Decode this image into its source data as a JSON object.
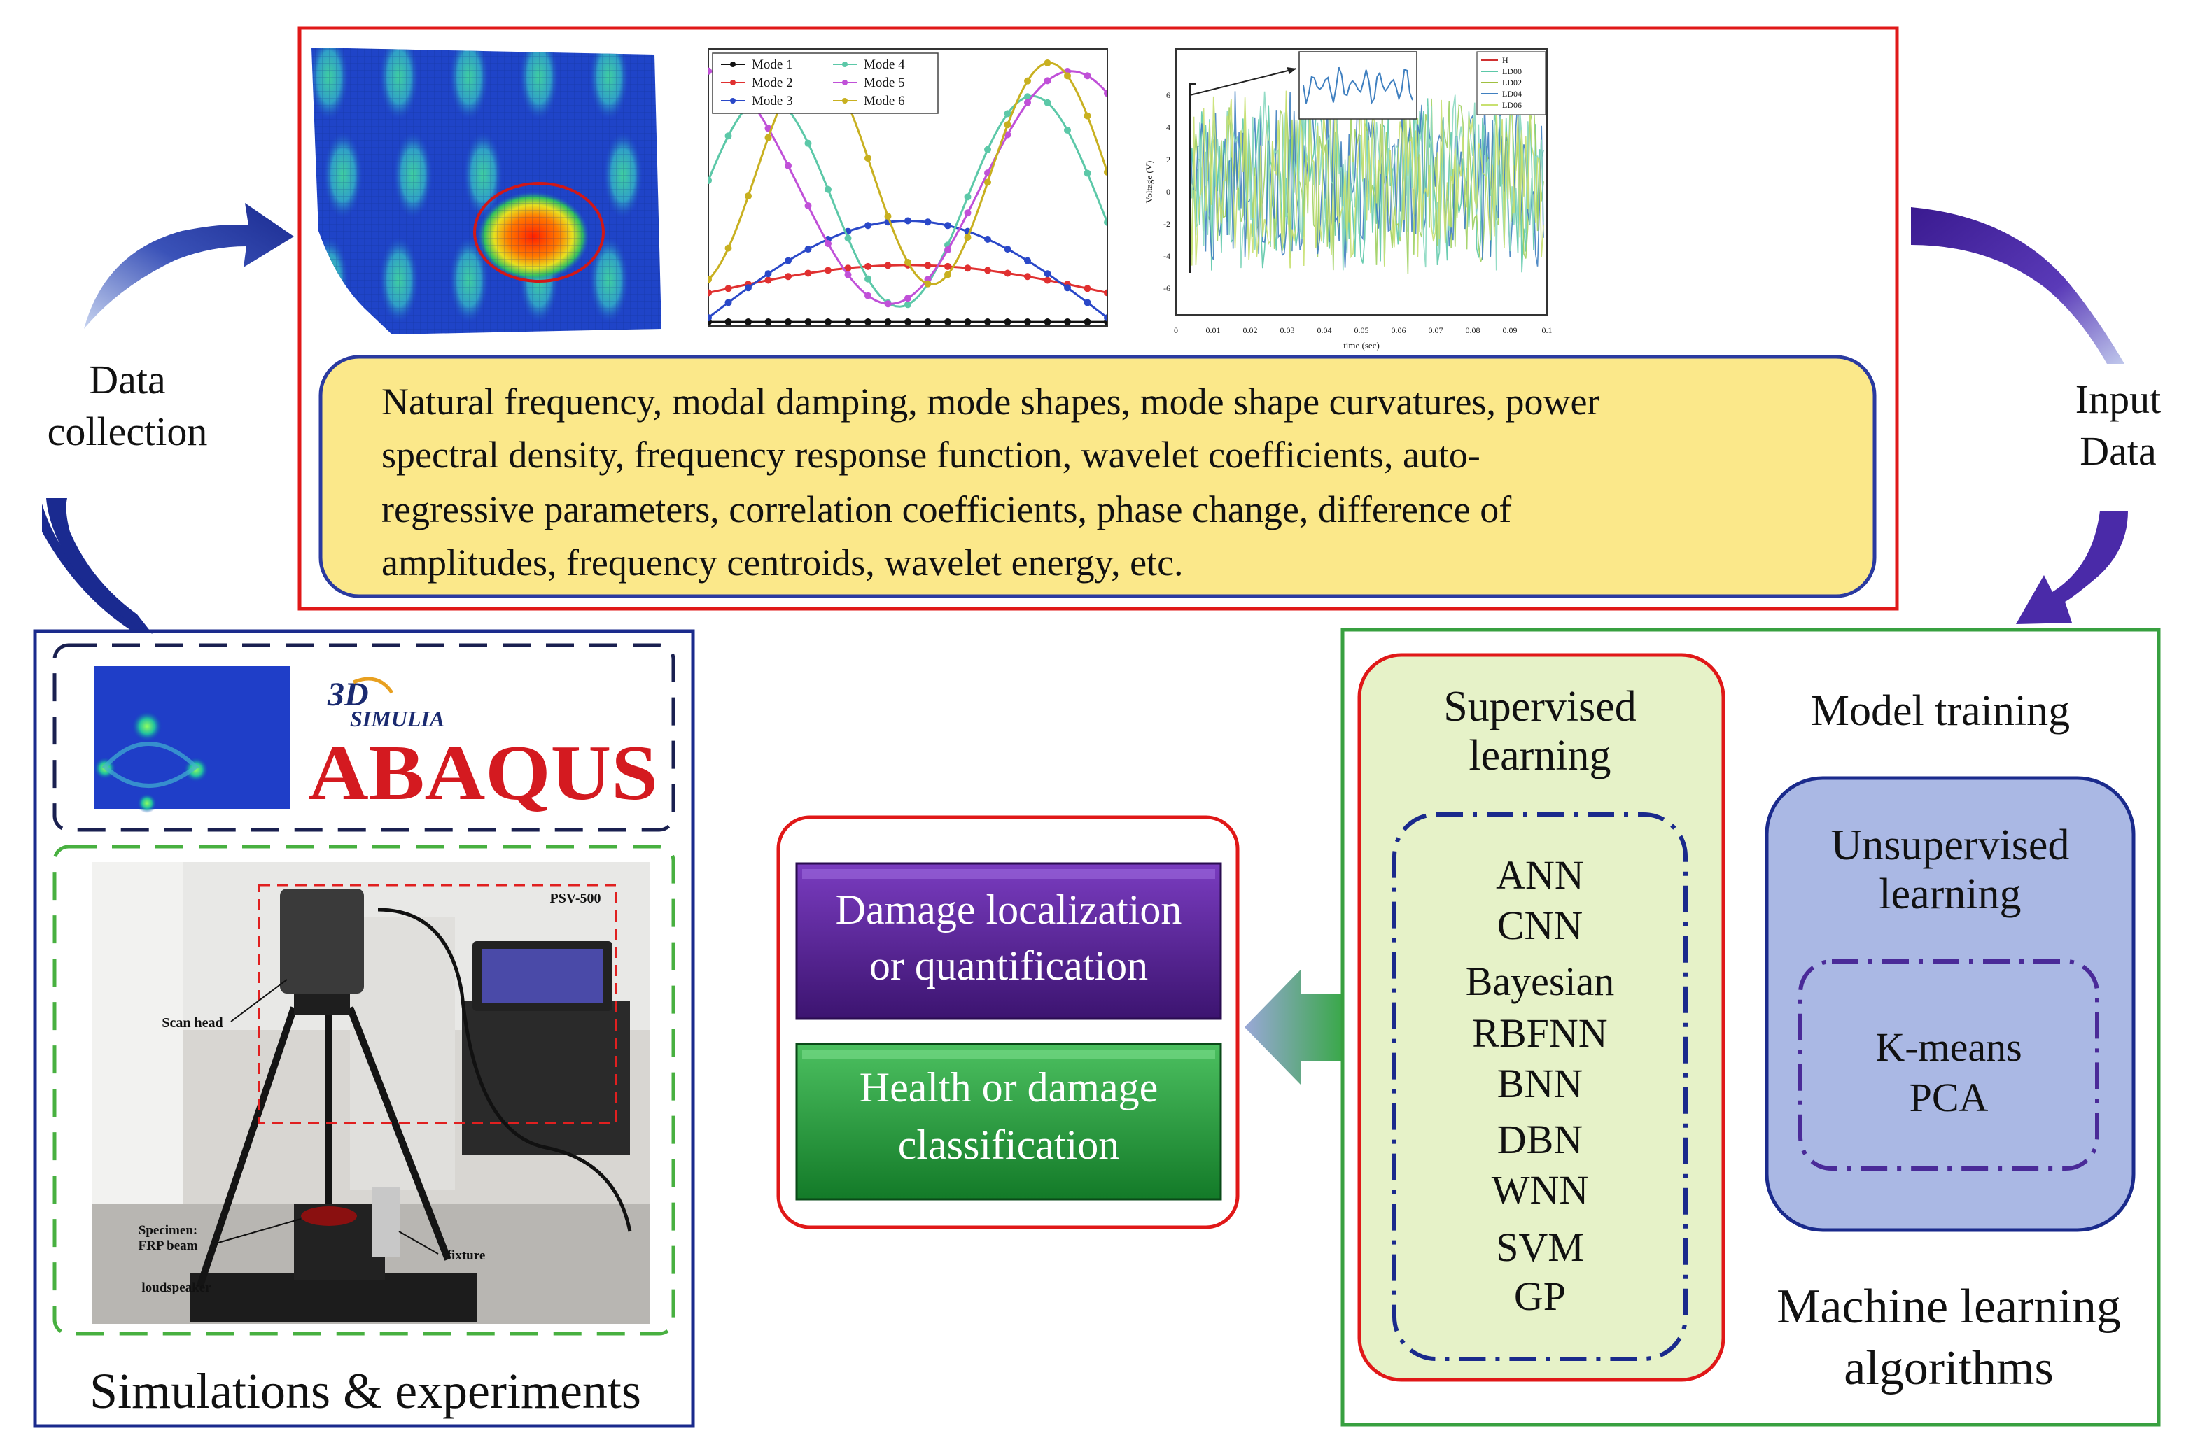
{
  "cycle_labels": {
    "data_collection": [
      "Data",
      "collection"
    ],
    "input_data": [
      "Input",
      "Data"
    ]
  },
  "features_box": {
    "lines": [
      "Natural frequency, modal damping, mode shapes, mode shape curvatures, power",
      "spectral density, frequency response function, wavelet coefficients, auto-",
      "regressive parameters, correlation coefficients, phase change, difference of",
      "amplitudes, frequency centroids, wavelet energy, etc."
    ]
  },
  "mode_plot": {
    "legend": [
      "Mode 1",
      "Mode 2",
      "Mode 3",
      "Mode 4",
      "Mode 5",
      "Mode 6"
    ],
    "colors": [
      "#111111",
      "#e03030",
      "#2a48c8",
      "#5cc8a8",
      "#c050d8",
      "#c8b020"
    ]
  },
  "signal_plot": {
    "ylabel": "Voltage (V)",
    "xlabel": "time (sec)",
    "xticks": [
      "0",
      "0.01",
      "0.02",
      "0.03",
      "0.04",
      "0.05",
      "0.06",
      "0.07",
      "0.08",
      "0.09",
      "0.1"
    ],
    "yticks": [
      "6",
      "4",
      "2",
      "0",
      "-2",
      "-4",
      "-6"
    ],
    "legend": [
      "H",
      "LD00",
      "LD02",
      "LD04",
      "LD06"
    ]
  },
  "simulations": {
    "simulia": "SIMULIA",
    "abaqus": "ABAQUS",
    "photo_labels": {
      "psv": "PSV-500",
      "scan_head": "Scan head",
      "specimen": [
        "Specimen:",
        "FRP beam"
      ],
      "loudspeaker": "loudspeaker",
      "fixture": "fixture"
    },
    "caption": "Simulations & experiments"
  },
  "outputs": {
    "damage_localization": [
      "Damage localization",
      "or quantification"
    ],
    "health_classification": [
      "Health or damage",
      "classification"
    ]
  },
  "ml": {
    "supervised_title": [
      "Supervised",
      "learning"
    ],
    "supervised_items": [
      "ANN",
      "CNN",
      "Bayesian",
      "RBFNN",
      "BNN",
      "DBN",
      "WNN",
      "SVM",
      "GP"
    ],
    "model_training": "Model training",
    "unsupervised_title": [
      "Unsupervised",
      "learning"
    ],
    "unsupervised_items": [
      "K-means",
      "PCA"
    ],
    "caption": [
      "Machine learning",
      "algorithms"
    ]
  }
}
